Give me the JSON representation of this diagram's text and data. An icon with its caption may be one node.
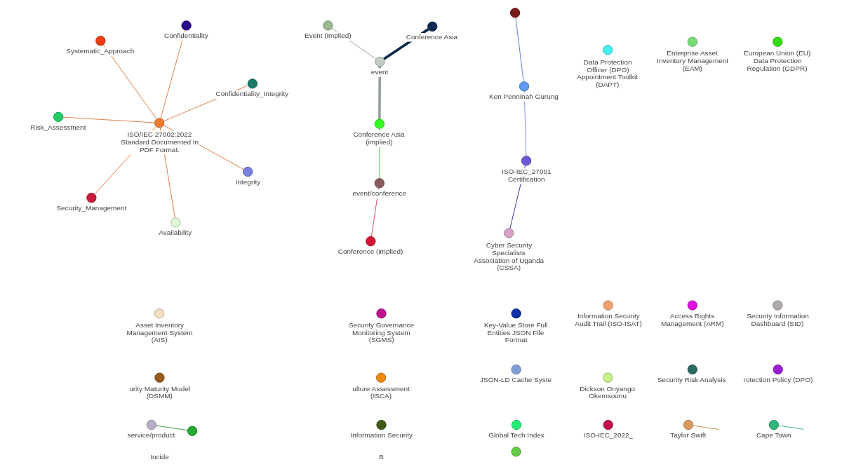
{
  "diagram": {
    "nodes": [
      {
        "text": [
          "Information Security"
        ]
      },
      {
        "text": [
          "Key-Value Store Full Entities JSON File Format"
        ]
      },
      {
        "text": [
          "rotection Policy (DPO)"
        ]
      },
      {
        "text": [
          "Cyber Security Specialists Association of Uganda (CSSA)"
        ]
      },
      {
        "text": [
          "Security Governance Monitoring System (SGMS)"
        ]
      },
      {
        "text": [
          "ISO-IEC_27001 Certification"
        ]
      },
      {
        "text": [
          "Ken Penninah Gurung"
        ]
      },
      {
        "text": [
          "Conference (implied)"
        ]
      },
      {
        "text": [
          "event/conference"
        ]
      },
      {
        "text": [
          "Dickson Onyango Okemsoonu"
        ]
      },
      {
        "text": [
          "Enterprise Asset Inventory Management (EAM)"
        ]
      },
      {
        "text": [],
        "shape": "circle"
      },
      {
        "text": [
          "Cape Town"
        ]
      },
      {
        "text": [
          "Risk_Assessment"
        ]
      },
      {
        "text": [
          "Confidentiality_Integrity"
        ]
      },
      {
        "text": [
          "Conference Asia (implied)"
        ]
      },
      {
        "text": [
          "Information Security Audit Trail (ISO-ISAT)"
        ]
      },
      {
        "text": [
          "Availability"
        ]
      },
      {
        "text": [
          "Asset Inventory Management System (AIS)"
        ]
      },
      {
        "text": [
          "JSON-LD Cache Syste"
        ]
      },
      {
        "text": [
          "Confidentiality"
        ]
      },
      {
        "text": [
          "ISO/IEC 27002:2022 Standard Documented In PDF Format."
        ]
      },
      {
        "text": [
          "event"
        ]
      },
      {
        "text": [
          "Conference Asia"
        ]
      },
      {
        "text": [
          "Systematic_Approach"
        ]
      },
      {
        "text": [
          "urity Maturity Model (DSMM)"
        ]
      },
      {
        "text": [
          "Security_Management"
        ]
      },
      {
        "text": [
          "Global Tech Index"
        ]
      },
      {
        "text": [
          "Security Risk Analysis"
        ]
      },
      {
        "text": [
          "Event (implied)"
        ]
      },
      {
        "text": [
          "European Union (EU) Data Protection Regulation (GDPR)"
        ]
      },
      {
        "text": [
          "Integrity"
        ]
      },
      {
        "text": [
          "ulture Assessment (ISCA)"
        ]
      },
      {
        "text": [
          "Access Rights Management (ARM)"
        ]
      },
      {
        "text": [
          "service/product"
        ]
      },
      {
        "text": [
          "ISO-IEC_2022_"
        ]
      },
      {
        "text": [
          "Security Information Dashboard (SID)"
        ]
      },
      {
        "text": [
          "Data Protection Officer (DPO) Appointment Toolkit (DAPT)"
        ]
      },
      {
        "text": [
          "Taylor Swift"
        ]
      },
      {
        "text": [],
        "shape": "circle"
      },
      {
        "text": [],
        "shape": "circle"
      }
    ],
    "edges": [
      {
        "from": 11,
        "to": 6,
        "arrow": "none",
        "color": "#5b7fd0"
      },
      {
        "from": 6,
        "to": 5,
        "arrow": "none",
        "color": "#7b93e6"
      },
      {
        "from": 5,
        "to": 3,
        "arrow": "none",
        "color": "#3d2fa0"
      },
      {
        "from": null,
        "to": 12,
        "arrow": "none",
        "color": "#3cb38a"
      },
      {
        "from": 21,
        "to": 14,
        "arrow": "none"
      },
      {
        "from": 21,
        "to": 13,
        "arrow": "none"
      },
      {
        "from": 21,
        "to": 17,
        "arrow": "none"
      },
      {
        "from": 21,
        "to": 20,
        "arrow": "none"
      },
      {
        "from": 21,
        "to": 26,
        "arrow": "none"
      },
      {
        "from": 21,
        "to": 31,
        "arrow": "none"
      },
      {
        "from": 21,
        "to": 24,
        "arrow": "none"
      },
      {
        "from": 8,
        "to": 7,
        "arrow": "none",
        "color": "#d04a60"
      },
      {
        "from": 8,
        "to": 15,
        "arrow": "none",
        "color": "#44cc44"
      },
      {
        "from": 15,
        "to": 22,
        "arrow": "none",
        "style": "thick",
        "color": "#99a39a"
      },
      {
        "from": 22,
        "to": 23,
        "arrow": "none",
        "style": "thick",
        "color": "#0b2a4a"
      },
      {
        "from": 22,
        "to": 29,
        "arrow": "none",
        "color": "#9aa39a"
      },
      {
        "from": 34,
        "to": 40,
        "arrow": "none",
        "color": "#3a9a3a"
      },
      {
        "from": 38,
        "to": null,
        "arrow": "none",
        "color": "#c8864a"
      }
    ],
    "labels": [
      "Incide",
      "B"
    ]
  }
}
